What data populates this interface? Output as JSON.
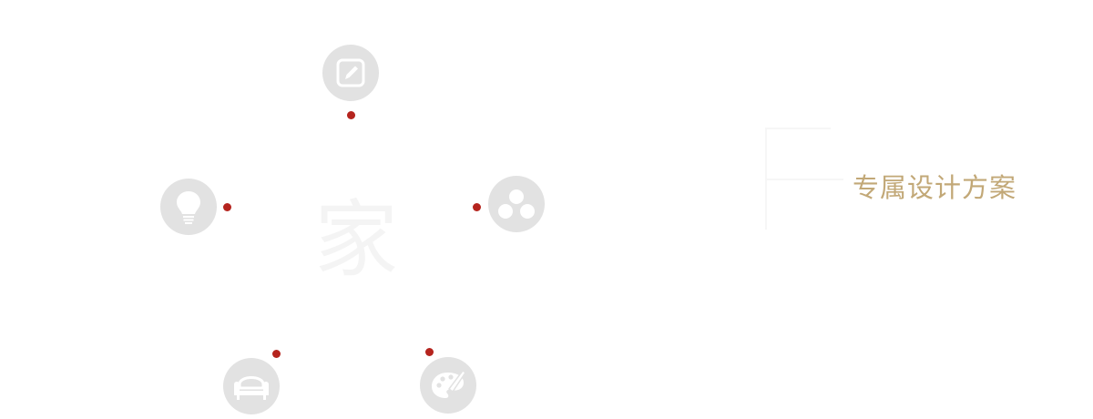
{
  "background_char": "家",
  "slogan": "专属设计方案",
  "colors": {
    "node_bg": "#e2e2e2",
    "node_icon": "#ffffff",
    "dot": "#b5241e",
    "slogan": "#c2a877"
  },
  "nodes": [
    {
      "id": "pencil",
      "icon": "pencil-icon"
    },
    {
      "id": "bulb",
      "icon": "lightbulb-icon"
    },
    {
      "id": "team",
      "icon": "team-icon"
    },
    {
      "id": "sofa",
      "icon": "sofa-icon"
    },
    {
      "id": "palette",
      "icon": "palette-icon"
    }
  ]
}
